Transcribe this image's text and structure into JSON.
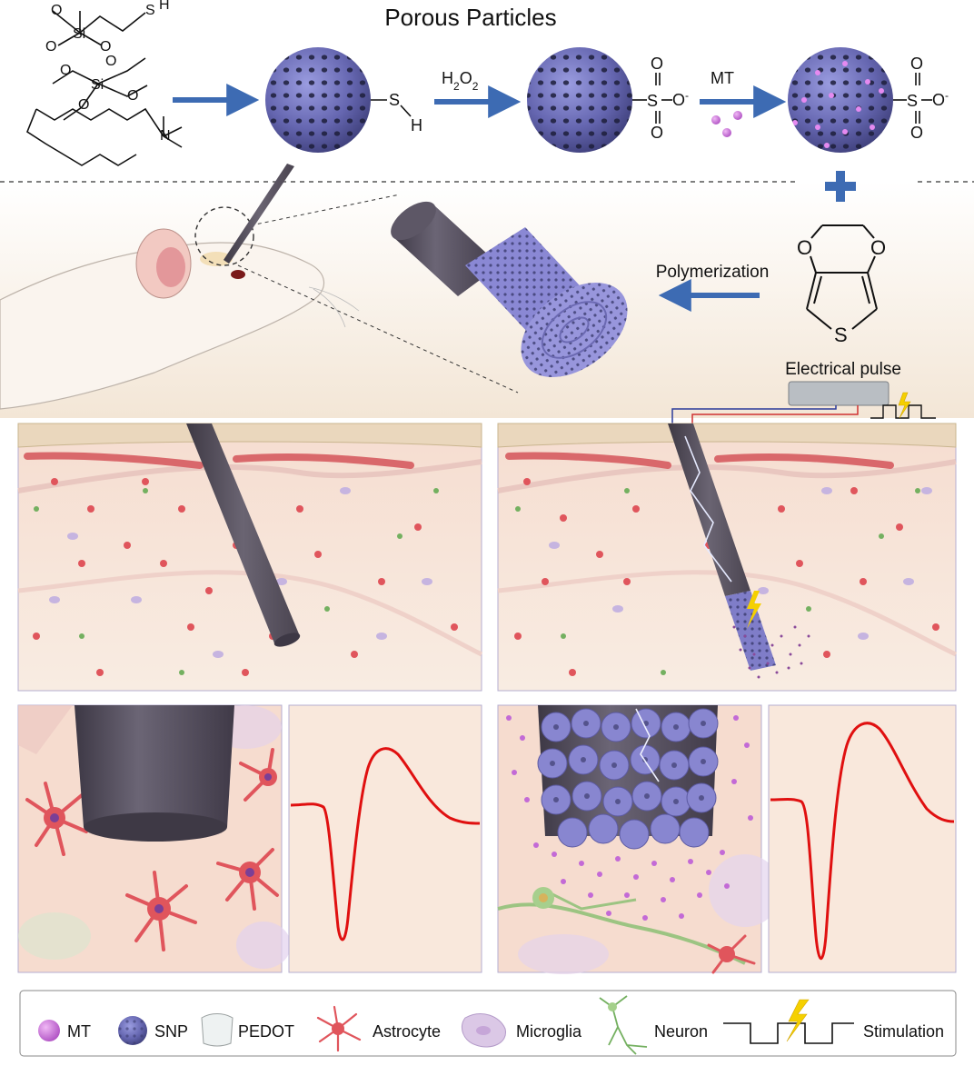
{
  "title": "Porous Particles",
  "labels": {
    "h2o2": "H2O2",
    "mt": "MT",
    "sh": "S",
    "sh_h": "H",
    "polymerization": "Polymerization",
    "electrical_pulse": "Electrical pulse",
    "thiophene_s": "S",
    "o_left": "O",
    "o_right": "O",
    "sulfonate_s": "S",
    "sulfonate_o_top": "O",
    "sulfonate_o_bottom": "O",
    "sulfonate_o_minus": "O-",
    "silane_o1": "O",
    "silane_o2": "O",
    "silane_o3": "O",
    "silane_si": "Si",
    "silane_sh": "S",
    "silane_h": "H",
    "teos_o1": "O",
    "teos_o2": "O",
    "teos_o3": "O",
    "teos_o4": "O",
    "teos_si": "Si",
    "ctab_n": "N"
  },
  "legend": {
    "mt": "MT",
    "snp": "SNP",
    "pedot": "PEDOT",
    "astrocyte": "Astrocyte",
    "microglia": "Microglia",
    "neuron": "Neuron",
    "stimulation": "Stimulation"
  },
  "colors": {
    "sphere": "#6e6fb8",
    "mt": "#c877d8",
    "arrow": "#3d6bb3",
    "electrode": "#5f5a66",
    "signal": "#e01010",
    "vessel": "#d9686b",
    "tissue": "#f7e6dc",
    "astrocyte": "#e0555c",
    "microglia": "#b8a2d4",
    "neuron": "#74b060",
    "lightning": "#f5d000"
  }
}
